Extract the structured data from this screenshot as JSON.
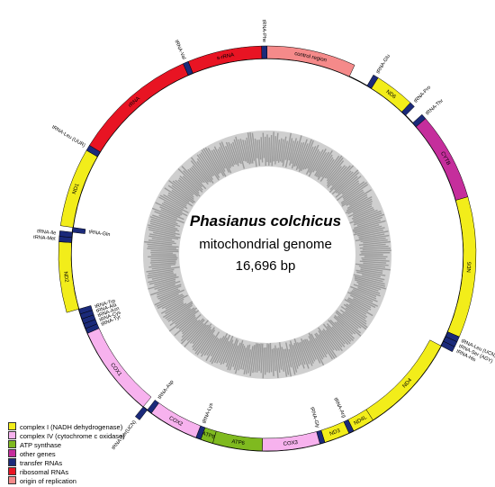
{
  "diagram": {
    "species": "Phasianus colchicus",
    "subtitle": "mitochondrial genome",
    "size_label": "16,696 bp",
    "genome_length": 16696,
    "colors": {
      "complex_i": "#f2ed1a",
      "complex_iv": "#f7b2ee",
      "atp": "#7fba1f",
      "other": "#c52e9c",
      "trna": "#1b2a7a",
      "rrna": "#e81423",
      "origin": "#f58a8a",
      "gc_dark": "#9a9a9a",
      "gc_light": "#cfcfcf"
    },
    "features": [
      {
        "label": "ND1",
        "type": "complex_i",
        "start": 0,
        "end": 1020,
        "strand": "outer"
      },
      {
        "label": "tRNA-Leu (UUR)",
        "type": "trna",
        "start": 1020,
        "end": 1095,
        "strand": "outer"
      },
      {
        "label": "rRNA",
        "type": "rrna",
        "start": 1095,
        "end": 2700,
        "strand": "outer"
      },
      {
        "label": "tRNA-Val",
        "type": "trna",
        "start": 2700,
        "end": 2770,
        "strand": "outer"
      },
      {
        "label": "s-rRNA",
        "type": "rrna",
        "start": 2770,
        "end": 3730,
        "strand": "outer"
      },
      {
        "label": "tRNA-Phe",
        "type": "trna",
        "start": 3730,
        "end": 3800,
        "strand": "outer"
      },
      {
        "label": "control region",
        "type": "origin",
        "start": 3800,
        "end": 4950,
        "strand": "outer"
      },
      {
        "label": "tRNA-Glu",
        "type": "trna",
        "start": 5220,
        "end": 5290,
        "strand": "outer"
      },
      {
        "label": "ND6",
        "type": "complex_i",
        "start": 5290,
        "end": 5810,
        "strand": "outer"
      },
      {
        "label": "tRNA-Pro",
        "type": "trna",
        "start": 5810,
        "end": 5880,
        "strand": "outer"
      },
      {
        "label": "tRNA-Thr",
        "type": "trna",
        "start": 6020,
        "end": 6090,
        "strand": "outer"
      },
      {
        "label": "CYTB",
        "type": "other",
        "start": 6090,
        "end": 7230,
        "strand": "outer"
      },
      {
        "label": "ND5",
        "type": "complex_i",
        "start": 7230,
        "end": 9050,
        "strand": "outer"
      },
      {
        "label": "tRNA-Leu (UCN)",
        "type": "trna",
        "start": 9050,
        "end": 9120,
        "strand": "outer"
      },
      {
        "label": "tRNA-Ser (AGY)",
        "type": "trna",
        "start": 9120,
        "end": 9190,
        "strand": "outer"
      },
      {
        "label": "tRNA-His",
        "type": "trna",
        "start": 9190,
        "end": 9260,
        "strand": "outer"
      },
      {
        "label": "ND4",
        "type": "complex_i",
        "start": 9260,
        "end": 10640,
        "strand": "inner"
      },
      {
        "label": "ND4L",
        "type": "complex_i",
        "start": 10640,
        "end": 10940,
        "strand": "inner"
      },
      {
        "label": "tRNA-Arg",
        "type": "trna",
        "start": 10940,
        "end": 11010,
        "strand": "inner"
      },
      {
        "label": "ND3",
        "type": "complex_i",
        "start": 11010,
        "end": 11360,
        "strand": "inner"
      },
      {
        "label": "tRNA-Gly",
        "type": "trna",
        "start": 11360,
        "end": 11430,
        "strand": "inner"
      },
      {
        "label": "COX3",
        "type": "complex_iv",
        "start": 11430,
        "end": 12220,
        "strand": "inner"
      },
      {
        "label": "ATP6",
        "type": "atp",
        "start": 12220,
        "end": 12900,
        "strand": "inner"
      },
      {
        "label": "ATP8",
        "type": "atp",
        "start": 12900,
        "end": 13070,
        "strand": "inner"
      },
      {
        "label": "tRNA-Lys",
        "type": "trna",
        "start": 13070,
        "end": 13140,
        "strand": "inner"
      },
      {
        "label": "COX2",
        "type": "complex_iv",
        "start": 13140,
        "end": 13830,
        "strand": "inner"
      },
      {
        "label": "tRNA-Asp",
        "type": "trna",
        "start": 13830,
        "end": 13900,
        "strand": "inner"
      },
      {
        "label": "tRNA-Ser(UCN)",
        "type": "trna",
        "start": 13900,
        "end": 13970,
        "strand": "outer"
      },
      {
        "label": "COX1",
        "type": "complex_iv",
        "start": 13970,
        "end": 15230,
        "strand": "inner"
      },
      {
        "label": "tRNA-Tyr",
        "type": "trna",
        "start": 15230,
        "end": 15300,
        "strand": "inner"
      },
      {
        "label": "tRNA-Cys",
        "type": "trna",
        "start": 15300,
        "end": 15370,
        "strand": "inner"
      },
      {
        "label": "tRNA-Asn",
        "type": "trna",
        "start": 15370,
        "end": 15440,
        "strand": "inner"
      },
      {
        "label": "tRNA-Ala",
        "type": "trna",
        "start": 15440,
        "end": 15510,
        "strand": "inner"
      },
      {
        "label": "tRNA-Trp",
        "type": "trna",
        "start": 15510,
        "end": 15580,
        "strand": "inner"
      },
      {
        "label": "ND2",
        "type": "complex_i",
        "start": 15580,
        "end": 16490,
        "strand": "outer"
      },
      {
        "label": "tRNA-Met",
        "type": "trna",
        "start": 16490,
        "end": 16560,
        "strand": "outer"
      },
      {
        "label": "tRNA-Ile",
        "type": "trna",
        "start": 16560,
        "end": 16630,
        "strand": "outer"
      },
      {
        "label": "tRNA-Gln",
        "type": "trna",
        "start": 16630,
        "end": 16696,
        "strand": "inner"
      }
    ],
    "legend": [
      {
        "label": "complex I (NADH dehydrogenase)",
        "type": "complex_i"
      },
      {
        "label": "complex IV (cytochrome c oxidase)",
        "type": "complex_iv"
      },
      {
        "label": "ATP synthase",
        "type": "atp"
      },
      {
        "label": "other genes",
        "type": "other"
      },
      {
        "label": "transfer RNAs",
        "type": "trna"
      },
      {
        "label": "ribosomal RNAs",
        "type": "rrna"
      },
      {
        "label": "origin of replication",
        "type": "origin"
      }
    ]
  }
}
